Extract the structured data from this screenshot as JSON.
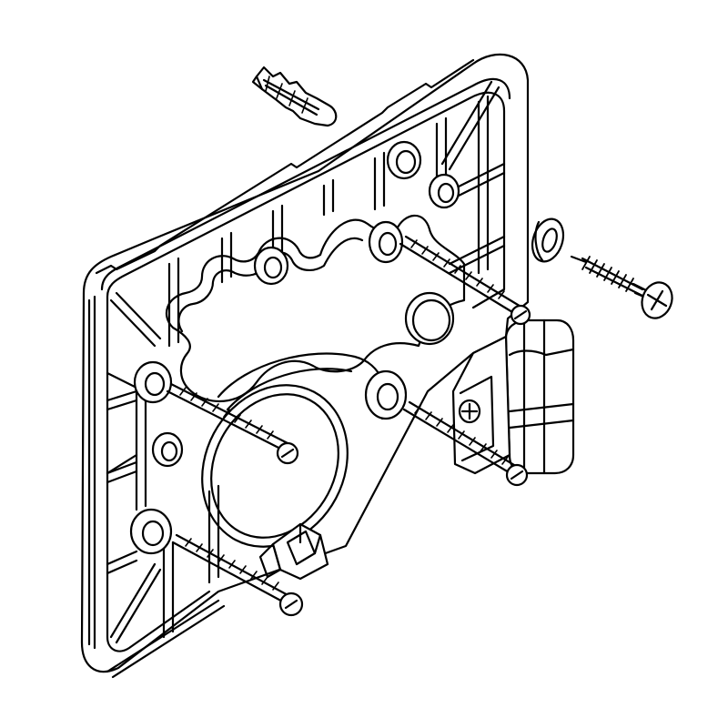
{
  "figure": {
    "colors": {
      "stroke": "#000000",
      "fill": "#ffffff",
      "shade": "#e6e6e6",
      "dark": "#222222"
    },
    "parts": [
      "mounting-plate",
      "wall-anchor",
      "washer",
      "wood-screw",
      "machine-screws",
      "connector-block"
    ]
  }
}
